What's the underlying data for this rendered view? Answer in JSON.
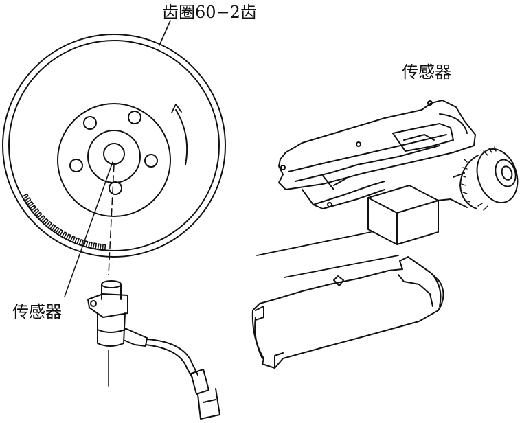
{
  "labels": {
    "tooth_ring": "齿圈60−2齿",
    "sensor_left": "传感器",
    "sensor_right": "传感器"
  }
}
